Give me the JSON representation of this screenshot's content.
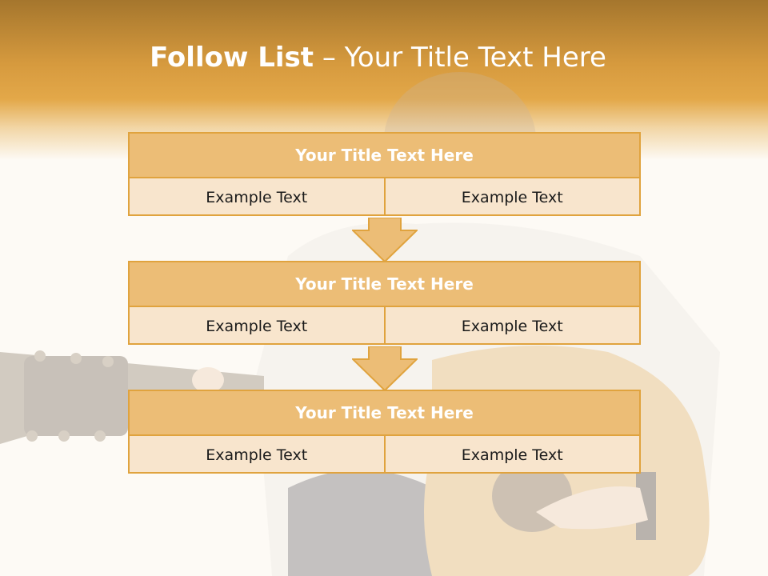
{
  "header": {
    "title_strong": "Follow List",
    "title_rest": " – Your Title Text Here"
  },
  "colors": {
    "accent": "#e0a33e",
    "header_fill": "#ecbd76",
    "cell_fill": "#f8e5cd",
    "band_top": "#a5762d",
    "band_mid": "#e3a849"
  },
  "steps": [
    {
      "title": "Your Title Text Here",
      "left": "Example Text",
      "right": "Example Text"
    },
    {
      "title": "Your Title Text Here",
      "left": "Example Text",
      "right": "Example Text"
    },
    {
      "title": "Your Title Text Here",
      "left": "Example Text",
      "right": "Example Text"
    }
  ],
  "background": {
    "icon": "person-playing-guitar-photo"
  }
}
